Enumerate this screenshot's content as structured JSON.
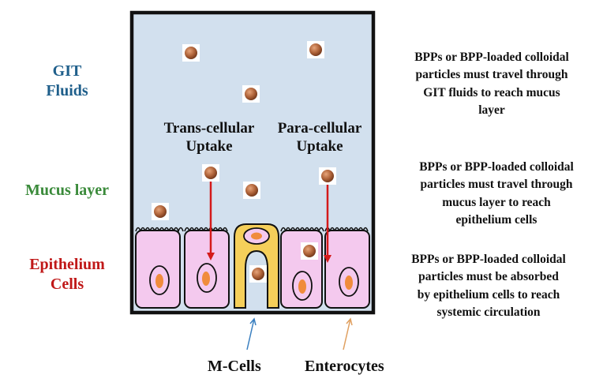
{
  "layers": {
    "git_fluids": "GIT\nFluids",
    "mucus_layer": "Mucus layer",
    "epithelium_cells": "Epithelium\nCells"
  },
  "pathways": {
    "trans_cellular": "Trans-cellular\nUptake",
    "para_cellular": "Para-cellular\nUptake"
  },
  "descriptions": {
    "git": "BPPs or BPP-loaded colloidal\nparticles must travel through\nGIT fluids to reach mucus\nlayer",
    "mucus": "BPPs or BPP-loaded colloidal\nparticles must travel through\nmucus layer to reach\nepithelium cells",
    "epithelium": "BPPs or BPP-loaded colloidal\nparticles must be absorbed\nby epithelium cells to reach\nsystemic circulation"
  },
  "cell_labels": {
    "m_cells": "M-Cells",
    "enterocytes": "Enterocytes"
  },
  "colors": {
    "git_label": "#1f5f8b",
    "mucus_label": "#3a8a3a",
    "epithelium_label": "#c01818",
    "fluid": "#d2e0ee",
    "enterocyte": "#f4c9ee",
    "m_cell": "#f5cf5a",
    "nucleus": "#f08c3c",
    "particle": "#b0643a",
    "arrow": "#d41a1a",
    "m_cell_pointer": "#3a7fc0",
    "enterocyte_pointer": "#e0a060"
  }
}
